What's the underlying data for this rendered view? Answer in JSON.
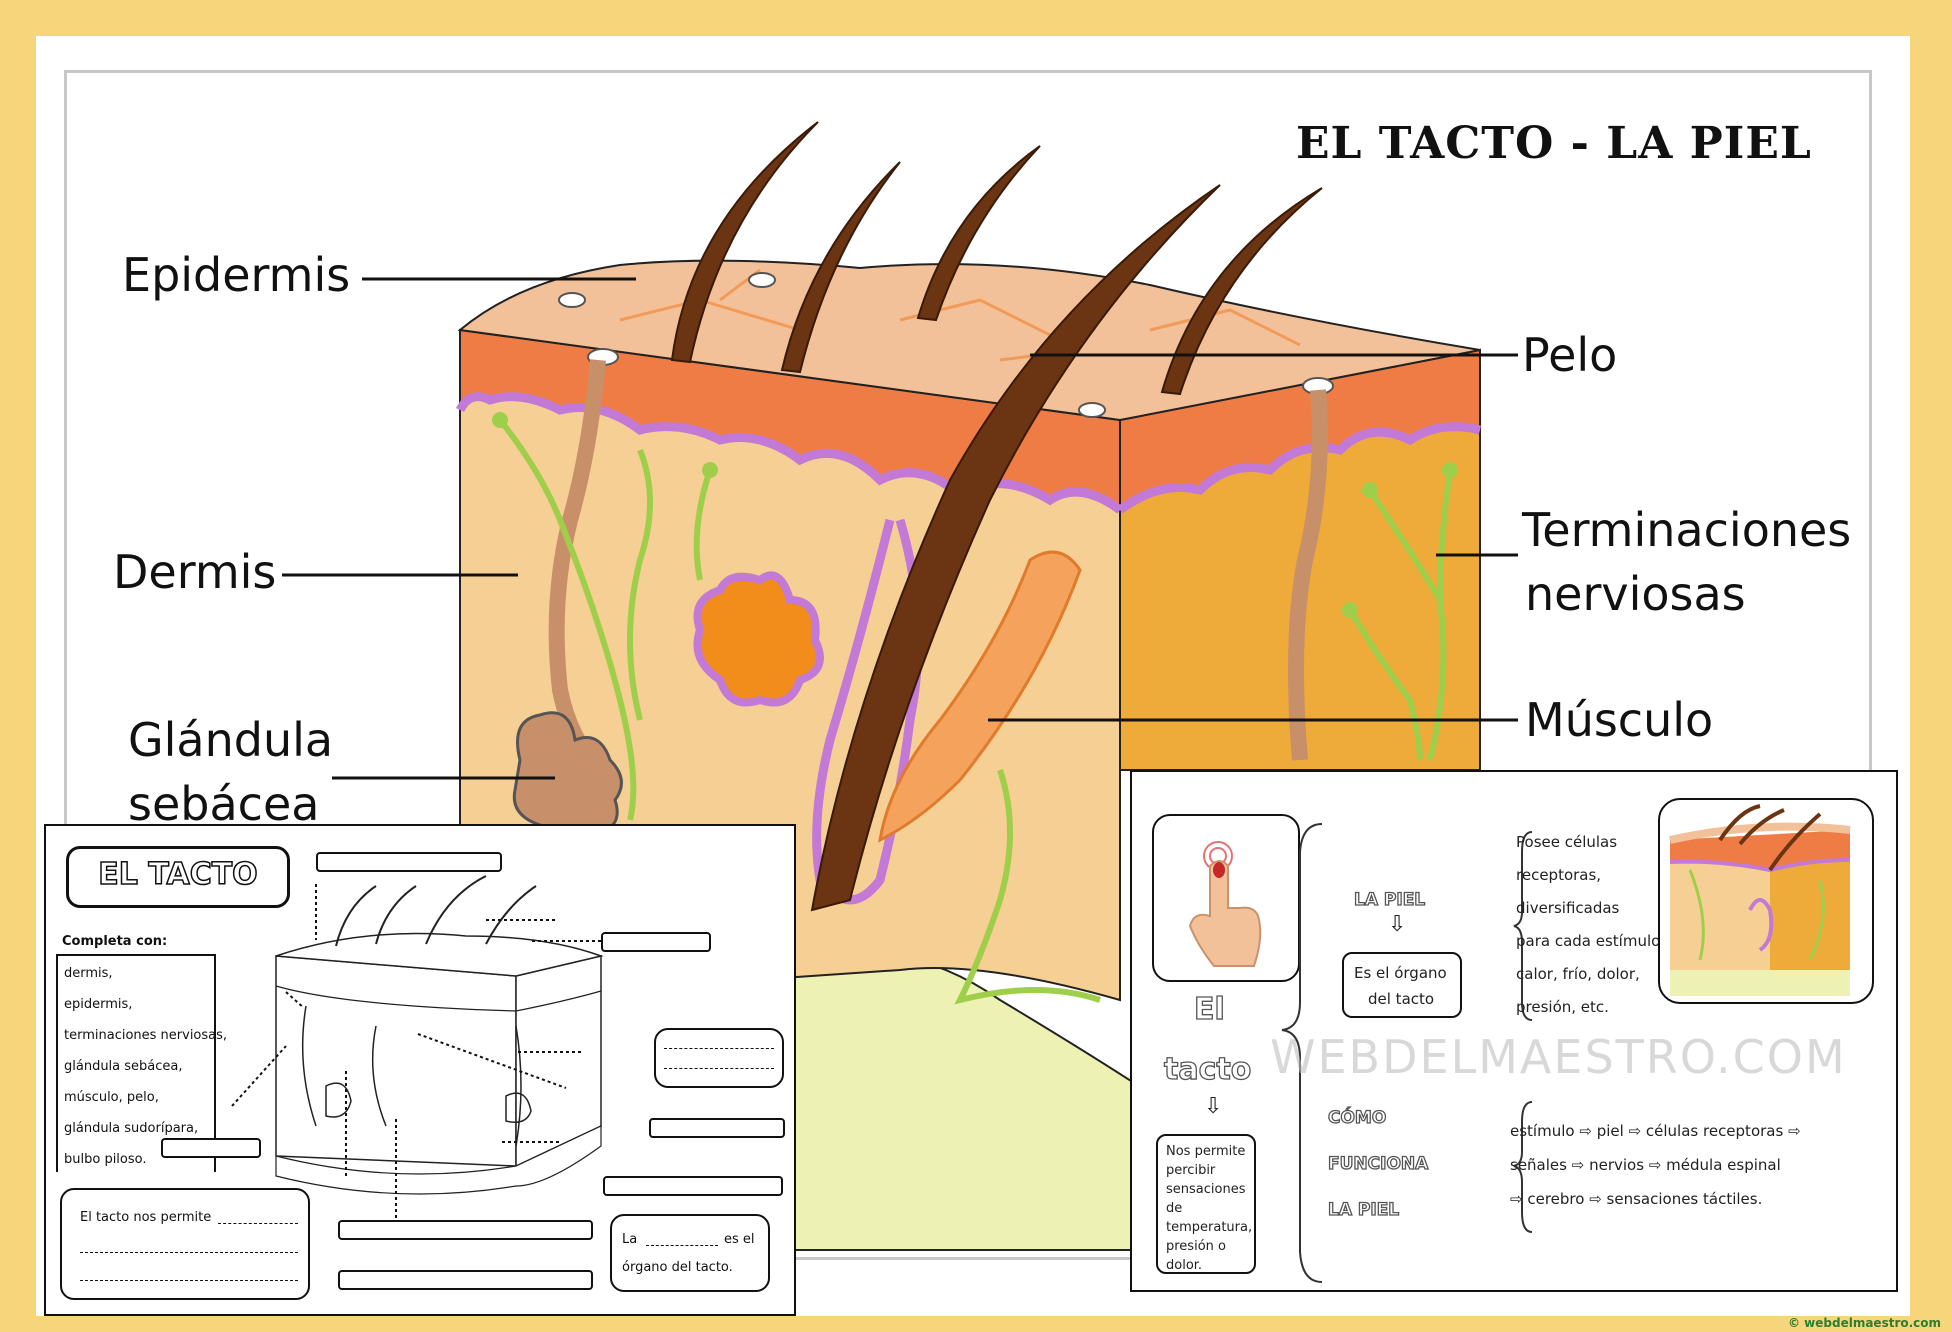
{
  "poster": {
    "title": "EL TACTO - LA PIEL",
    "labels": {
      "epidermis": "Epidermis",
      "dermis": "Dermis",
      "gland_line1": "Glándula",
      "gland_line2": "sebácea",
      "pelo": "Pelo",
      "terminaciones_line1": "Terminaciones",
      "terminaciones_line2": "nerviosas",
      "musculo": "Músculo"
    }
  },
  "worksheet": {
    "title": "EL TACTO",
    "instruction": "Completa con:",
    "words": [
      "dermis,",
      "epidermis,",
      "terminaciones nerviosas,",
      "glándula sebácea,",
      "músculo, pelo,",
      "glándula sudorípara,",
      "bulbo piloso."
    ],
    "question1": "El tacto nos permite",
    "question2_start": "La",
    "question2_end": "es el",
    "question2_line2": "órgano del tacto."
  },
  "summary": {
    "heading_word1": "El",
    "heading_word2": "tacto",
    "tacto_desc": "Nos permite percibir sensaciones de temperatura, presión o dolor.",
    "la_piel": "LA PIEL",
    "organ_line1": "Es el órgano",
    "organ_line2": "del tacto",
    "cells": [
      "Posee células",
      "receptoras,",
      "diversificadas",
      "para cada estímulo:",
      "calor, frío, dolor,",
      "presión, etc."
    ],
    "como": "CÓMO",
    "funciona": "FUNCIONA",
    "la_piel2": "LA PIEL",
    "flow1": [
      "estímulo",
      "piel",
      "células receptoras"
    ],
    "flow2": [
      "señales",
      "nervios",
      "médula espinal"
    ],
    "flow3": [
      "cerebro",
      "sensaciones táctiles."
    ]
  },
  "footer": {
    "watermark": "WEBDELMAESTRO.COM",
    "copyright": "© webdelmaestro.com"
  },
  "colors": {
    "background": "#f7d67b",
    "epidermis": "#f3c199",
    "dermis_band": "#ef7c45",
    "dermis": "#f6cf94",
    "right_face": "#eeab3a",
    "hair": "#6b3412",
    "nerve": "#9fcf4a",
    "membrane": "#c27ad6",
    "fat": "#eef1b4"
  }
}
